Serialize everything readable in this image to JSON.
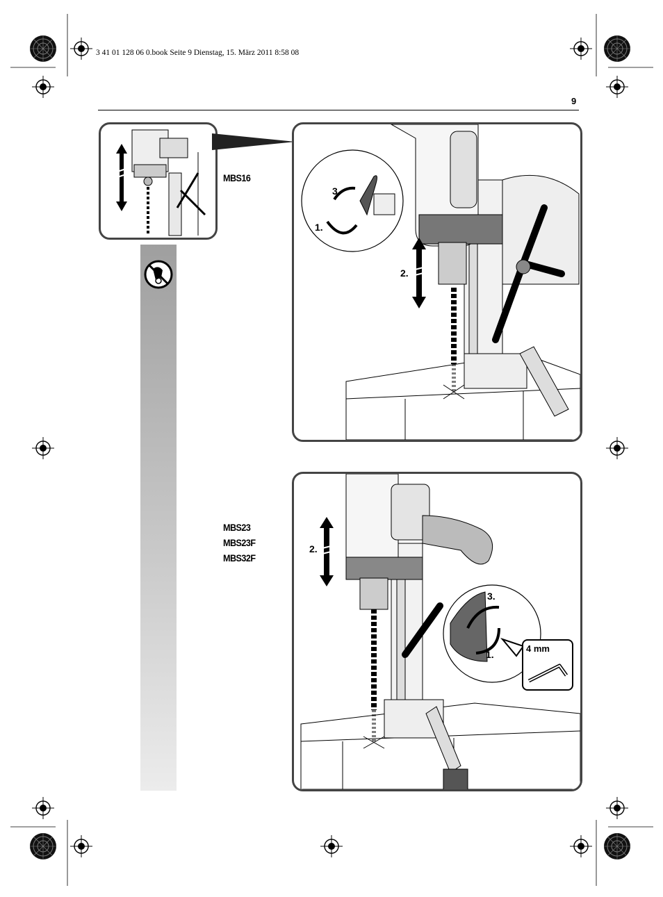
{
  "print_header": "3 41 01 128 06 0.book  Seite 9  Dienstag, 15. März 2011  8:58 08",
  "page_number": "9",
  "models": {
    "top": "MBS16",
    "bottom": [
      "MBS23",
      "MBS23F",
      "MBS32F"
    ]
  },
  "top_figure": {
    "steps": [
      "1.",
      "2.",
      "3."
    ]
  },
  "bottom_figure": {
    "steps": [
      "1.",
      "2.",
      "3."
    ],
    "tool_label": "4 mm"
  },
  "icons": [
    "registration-mark-icon",
    "color-wheel-mark-icon",
    "no-touch-warning-icon",
    "up-down-arrow-icon",
    "rotate-arrow-icon",
    "allen-key-icon"
  ],
  "colors": {
    "frame": "#444444",
    "bar_top": "#9f9f9f",
    "bar_bottom": "#ececec"
  }
}
